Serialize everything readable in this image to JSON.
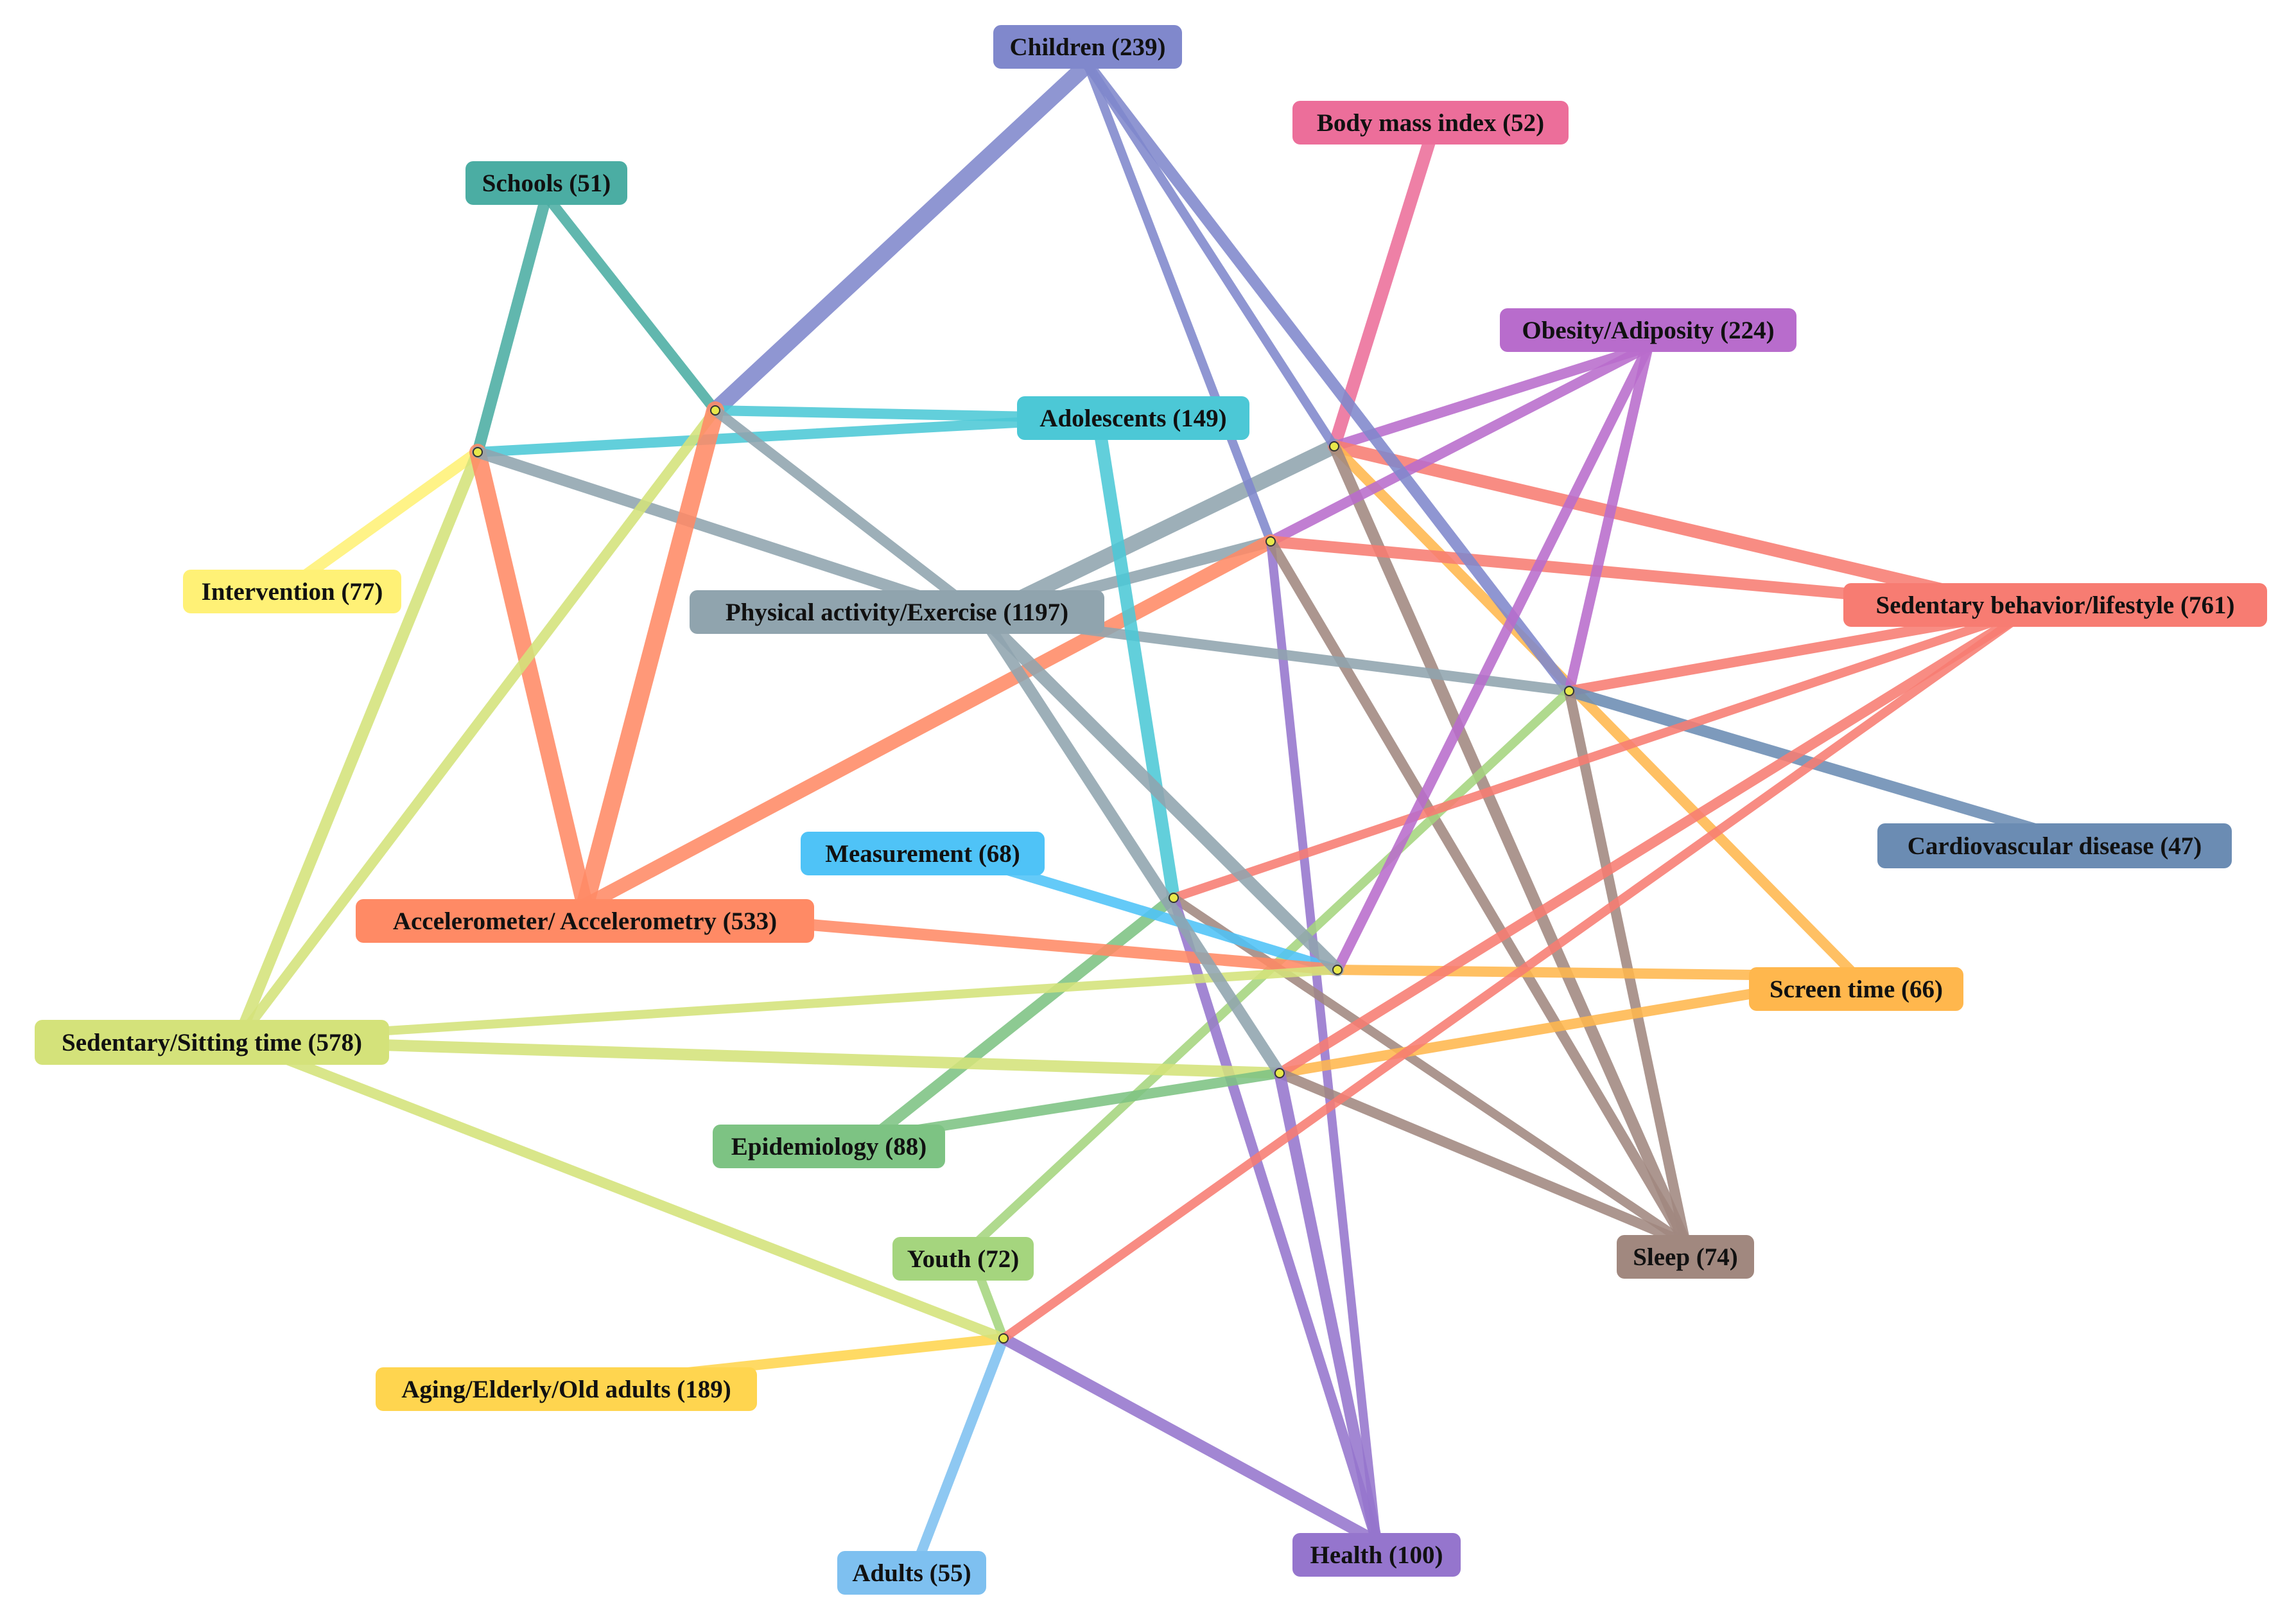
{
  "nodes": [
    {
      "id": "children",
      "label": "Children (239)",
      "color": "#8088CC"
    },
    {
      "id": "bmi",
      "label": "Body mass index (52)",
      "color": "#EC6E9A"
    },
    {
      "id": "schools",
      "label": "Schools (51)",
      "color": "#4BADA3"
    },
    {
      "id": "obesity",
      "label": "Obesity/Adiposity (224)",
      "color": "#B86CCC"
    },
    {
      "id": "adolescents",
      "label": "Adolescents (149)",
      "color": "#4CC8D6"
    },
    {
      "id": "intervention",
      "label": "Intervention (77)",
      "color": "#FFF176"
    },
    {
      "id": "pa",
      "label": "Physical activity/Exercise (1197)",
      "color": "#90A4AE"
    },
    {
      "id": "sedentary_beh",
      "label": "Sedentary behavior/lifestyle (761)",
      "color": "#F77C72"
    },
    {
      "id": "cvd",
      "label": "Cardiovascular disease (47)",
      "color": "#6B8CB3"
    },
    {
      "id": "measurement",
      "label": "Measurement (68)",
      "color": "#4FC3F7"
    },
    {
      "id": "accelerometer",
      "label": "Accelerometer/ Accelerometry (533)",
      "color": "#FF8A65"
    },
    {
      "id": "screen",
      "label": "Screen time (66)",
      "color": "#FFB74D"
    },
    {
      "id": "sitting",
      "label": "Sedentary/Sitting time (578)",
      "color": "#D4E27A"
    },
    {
      "id": "epidemiology",
      "label": "Epidemiology (88)",
      "color": "#7DC383"
    },
    {
      "id": "youth",
      "label": "Youth (72)",
      "color": "#A5D57E"
    },
    {
      "id": "sleep",
      "label": "Sleep (74)",
      "color": "#A1887F"
    },
    {
      "id": "aging",
      "label": "Aging/Elderly/Old adults (189)",
      "color": "#FFD54F"
    },
    {
      "id": "adults",
      "label": "Adults (55)",
      "color": "#7EC0F0"
    },
    {
      "id": "health",
      "label": "Health (100)",
      "color": "#9575CD"
    }
  ],
  "hubs": [
    {
      "id": "h1",
      "connects": [
        "schools",
        "adolescents",
        "intervention",
        "sitting",
        "accelerometer",
        "pa"
      ]
    },
    {
      "id": "h2",
      "connects": [
        "schools",
        "children",
        "adolescents",
        "sitting",
        "accelerometer",
        "pa"
      ]
    },
    {
      "id": "h3",
      "connects": [
        "bmi",
        "obesity",
        "pa",
        "sedentary_beh",
        "screen",
        "sleep",
        "children"
      ]
    },
    {
      "id": "h4",
      "connects": [
        "children",
        "obesity",
        "pa",
        "sedentary_beh",
        "accelerometer",
        "health",
        "sleep"
      ]
    },
    {
      "id": "h5",
      "connects": [
        "children",
        "obesity",
        "pa",
        "sedentary_beh",
        "cvd",
        "youth",
        "sleep"
      ]
    },
    {
      "id": "h6",
      "connects": [
        "adolescents",
        "sedentary_beh",
        "epidemiology",
        "sleep",
        "health"
      ]
    },
    {
      "id": "h7",
      "connects": [
        "measurement",
        "accelerometer",
        "screen",
        "sitting",
        "obesity",
        "pa"
      ]
    },
    {
      "id": "h8",
      "connects": [
        "sitting",
        "screen",
        "epidemiology",
        "sedentary_beh",
        "pa",
        "sleep",
        "health"
      ]
    },
    {
      "id": "h9",
      "connects": [
        "youth",
        "aging",
        "adults",
        "health",
        "sitting",
        "sedentary_beh"
      ]
    }
  ]
}
